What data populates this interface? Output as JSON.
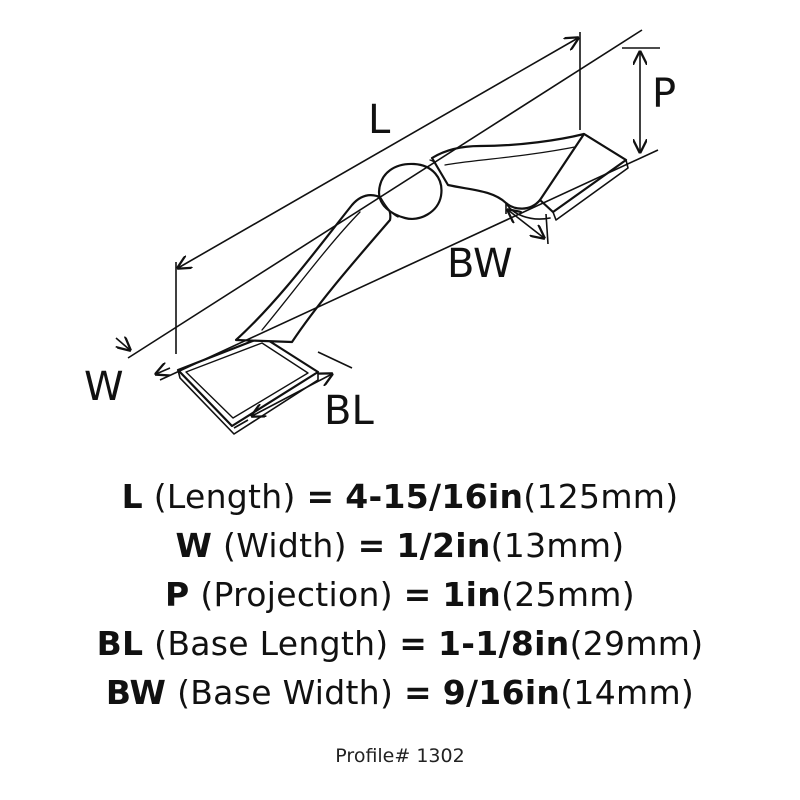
{
  "diagram": {
    "labels": {
      "L": "L",
      "P": "P",
      "BW": "BW",
      "W": "W",
      "BL": "BL"
    }
  },
  "specs": [
    {
      "abbr": "L",
      "name": "(Length)",
      "eq": "=",
      "imperial": "4-15/16in",
      "metric": "(125mm)"
    },
    {
      "abbr": "W",
      "name": "(Width)",
      "eq": "=",
      "imperial": "1/2in",
      "metric": "(13mm)"
    },
    {
      "abbr": "P",
      "name": "(Projection)",
      "eq": "=",
      "imperial": "1in",
      "metric": "(25mm)"
    },
    {
      "abbr": "BL",
      "name": "(Base Length)",
      "eq": "=",
      "imperial": "1-1/8in",
      "metric": "(29mm)"
    },
    {
      "abbr": "BW",
      "name": "(Base Width)",
      "eq": "=",
      "imperial": "9/16in",
      "metric": "(14mm)"
    }
  ],
  "profile": "Profile# 1302"
}
